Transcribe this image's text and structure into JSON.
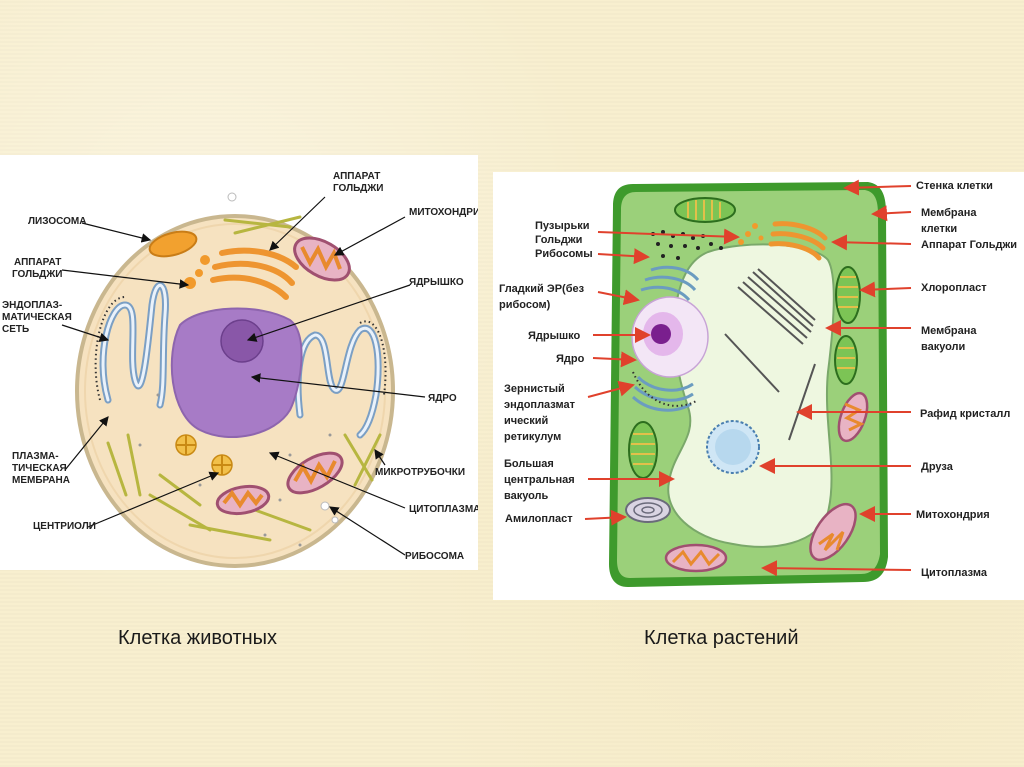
{
  "animal": {
    "caption": "Клетка животных",
    "labels": {
      "golgi_top_1": "АППАРАТ",
      "golgi_top_2": "ГОЛЬДЖИ",
      "lysosome": "ЛИЗОСОМА",
      "mitochondrion": "МИТОХОНДРИЯ",
      "golgi_left_1": "АППАРАТ",
      "golgi_left_2": "ГОЛЬДЖИ",
      "nucleolus": "ЯДРЫШКО",
      "er_1": "ЭНДОПЛАЗ-",
      "er_2": "МАТИЧЕСКАЯ",
      "er_3": "СЕТЬ",
      "nucleus": "ЯДРО",
      "membrane_1": "ПЛАЗМА-",
      "membrane_2": "ТИЧЕСКАЯ",
      "membrane_3": "МЕМБРАНА",
      "microtubules": "МИКРОТРУБОЧКИ",
      "centrioles": "ЦЕНТРИОЛИ",
      "cytoplasm": "ЦИТОПЛАЗМА",
      "ribosome": "РИБОСОМА"
    }
  },
  "plant": {
    "caption": "Клетка растений",
    "labels": {
      "golgi_vesicles_1": "Пузырьки",
      "golgi_vesicles_2": "Гольджи",
      "ribosomes": "Рибосомы",
      "smooth_er_1": "Гладкий ЭР(без",
      "smooth_er_2": "рибосом)",
      "nucleolus": "Ядрышко",
      "nucleus": "Ядро",
      "rough_er_1": "Зернистый",
      "rough_er_2": "эндоплазмат",
      "rough_er_3": "ический",
      "rough_er_4": "ретикулум",
      "vacuole_1": "Большая",
      "vacuole_2": "центральная",
      "vacuole_3": "вакуоль",
      "amyloplast": "Амилопласт",
      "cell_wall": "Стенка клетки",
      "cell_membrane_1": "Мембрана",
      "cell_membrane_2": "клетки",
      "golgi": "Аппарат Гольджи",
      "chloroplast": "Хлоропласт",
      "vacuole_membrane_1": "Мембрана",
      "vacuole_membrane_2": "вакуоли",
      "raphide": "Рафид кристалл",
      "druse": "Друза",
      "mitochondrion": "Митохондрия",
      "cytoplasm": "Цитоплазма"
    }
  },
  "colors": {
    "arrow_red": "#e0412c",
    "cell_green": "#9bd07a",
    "wall_green": "#3e9a2c",
    "nucleus_purple": "#a77bc6",
    "golgi_orange": "#f19a2c"
  }
}
